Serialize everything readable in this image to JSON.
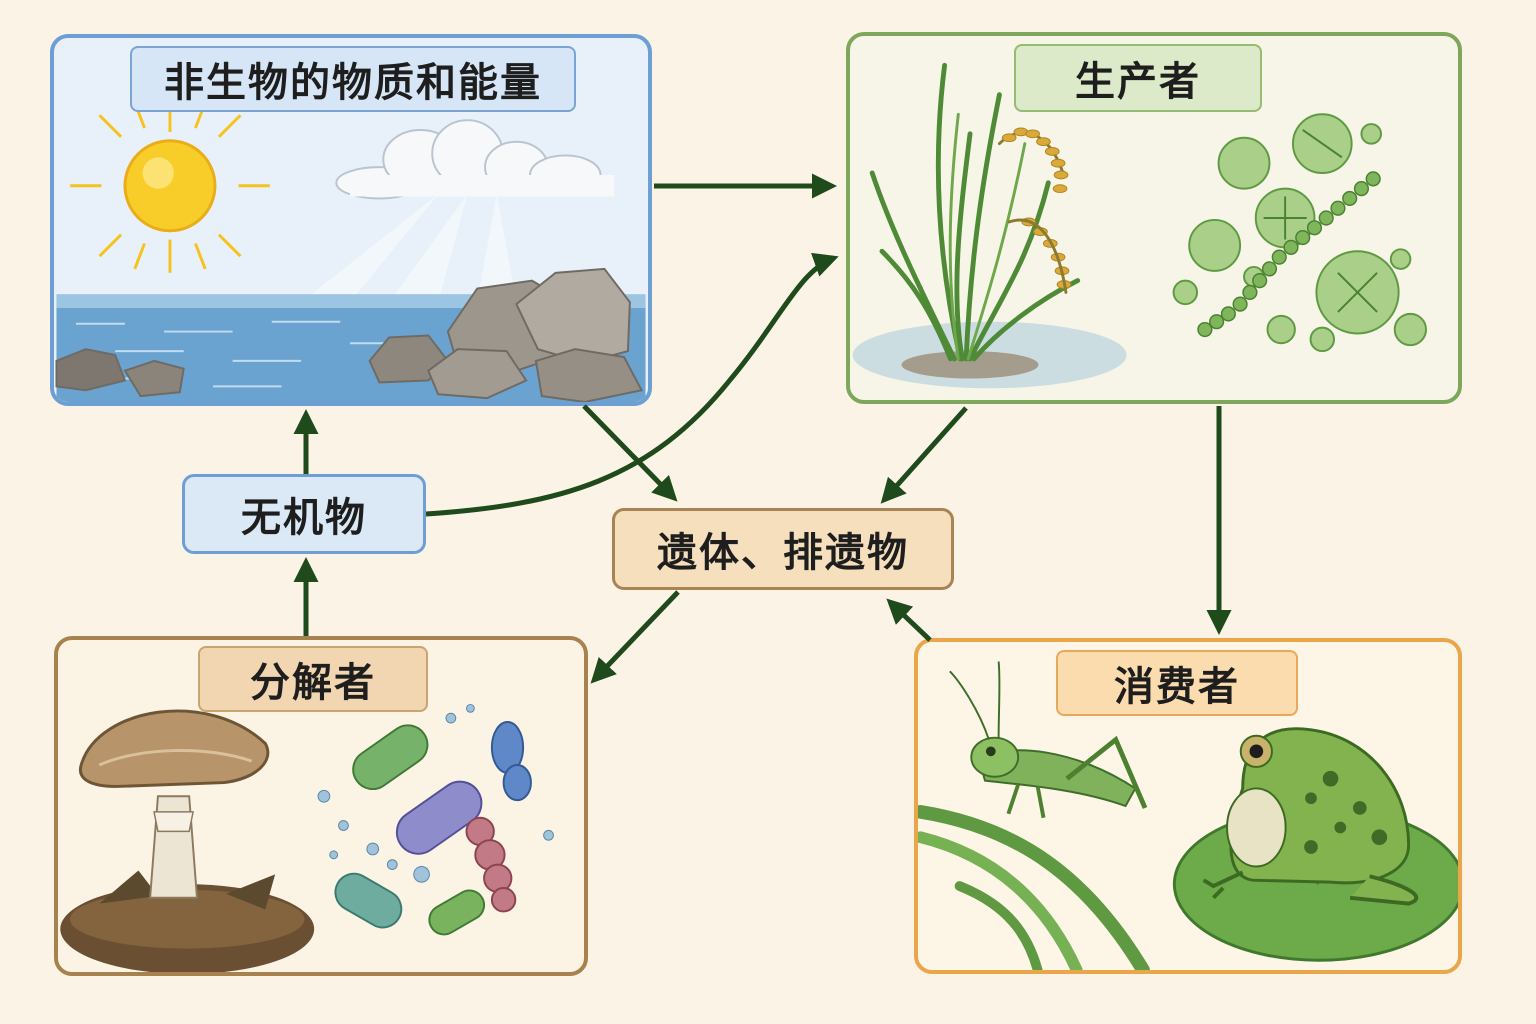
{
  "diagram": {
    "boxes": {
      "abiotic": {
        "label": "非生物的物质和能量",
        "icons": [
          "sun-icon",
          "cloud-icon",
          "sea-icon",
          "rocks-icon"
        ]
      },
      "producer": {
        "label": "生产者",
        "icons": [
          "rice-plant-icon",
          "algae-icon"
        ]
      },
      "decomposer": {
        "label": "分解者",
        "icons": [
          "mushroom-icon",
          "bacteria-icon"
        ]
      },
      "consumer": {
        "label": "消费者",
        "icons": [
          "grasshopper-icon",
          "frog-icon"
        ]
      }
    },
    "nodes": {
      "inorganic": "无机物",
      "remains": "遗体、排遗物"
    },
    "arrow_color": "#1f4a1c",
    "colors": {
      "abiotic": "#6d9ed4",
      "producer": "#7ea75b",
      "decomposer": "#a7824e",
      "consumer": "#eaa64b"
    }
  }
}
